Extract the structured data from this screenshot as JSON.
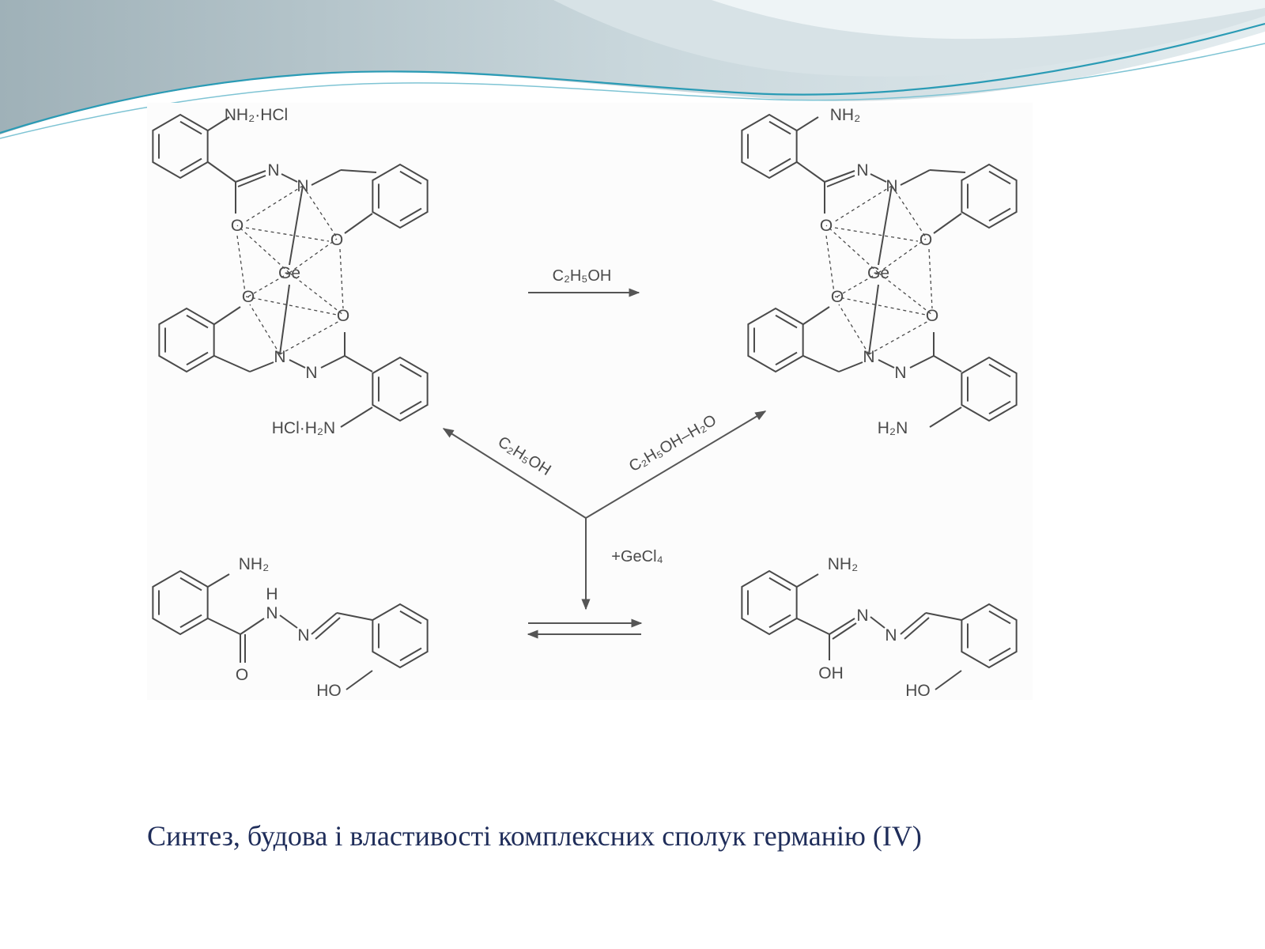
{
  "caption": "Синтез, будова і властивості комплексних сполук германію (IV)",
  "scheme": {
    "top_left": {
      "group_top": "NH₂·HCl",
      "group_bottom": "HCl·H₂N",
      "atoms": [
        "N",
        "N",
        "O",
        "O",
        "Ge",
        "O",
        "O",
        "N",
        "N"
      ]
    },
    "top_right": {
      "group_top": "NH₂",
      "group_bottom": "H₂N",
      "atoms": [
        "N",
        "N",
        "O",
        "O",
        "Ge",
        "O",
        "O",
        "N",
        "N"
      ]
    },
    "bottom_left": {
      "group_top": "NH₂",
      "atoms": [
        "H",
        "N",
        "N",
        "O"
      ],
      "hydroxy": "HO"
    },
    "bottom_right": {
      "group_top": "NH₂",
      "atoms": [
        "N",
        "N",
        "OH"
      ],
      "hydroxy": "HO"
    },
    "reagents": {
      "horizontal": "C₂H₅OH",
      "diag_left": "C₂H₅OH",
      "diag_right": "C₂H₅OH–H₂O",
      "vertical": "+GeCl₄"
    }
  },
  "colors": {
    "caption": "#1f2d5a",
    "banner_teal": "#2a9bb5",
    "banner_grey": "#b8c3c8",
    "ink": "#4a4a4a"
  }
}
